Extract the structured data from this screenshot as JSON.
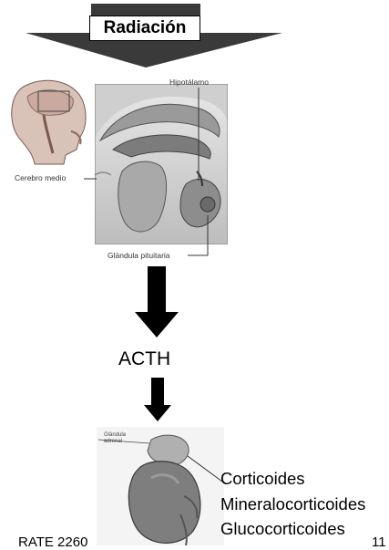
{
  "diagram": {
    "radiation_label": "Radiación",
    "brain_labels": {
      "hypothalamus": "Hipotálamo",
      "midbrain": "Cerebro medio",
      "pituitary": "Glándula pituitaria"
    },
    "hormone": "ACTH",
    "adrenal_label_line1": "Glándula",
    "adrenal_label_line2": "adrenal",
    "products": [
      "Corticoides",
      "Mineralocorticoides",
      "Glucocorticoides"
    ]
  },
  "footer": {
    "course_code": "RATE 2260",
    "page_number": "11"
  },
  "colors": {
    "arrow_fill": "#000000",
    "radiation_arrow": "#3a3a3a"
  }
}
